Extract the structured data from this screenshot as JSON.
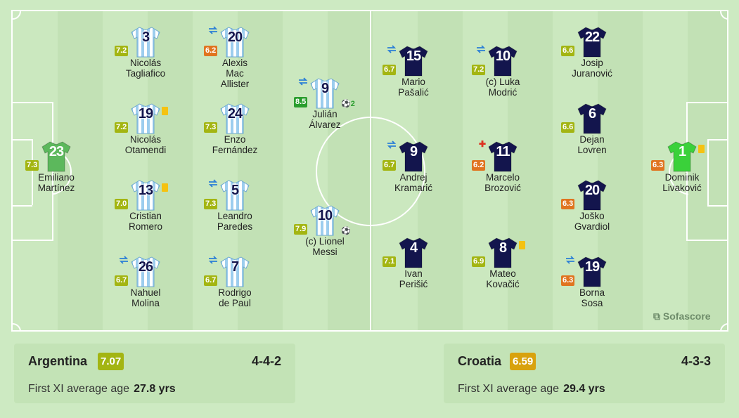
{
  "brand": "Sofascore",
  "colors": {
    "argentina_shirt": "#a8d4f0",
    "croatia_shirt": "#13154d",
    "gk_argentina": "#5cb85c",
    "gk_croatia": "#3ad13a",
    "card": "#f5c211"
  },
  "players": {
    "p3": {
      "num": "3",
      "name": "Nicolás\nTagliafico",
      "rating": "7.2"
    },
    "p20": {
      "num": "20",
      "name": "Alexis\nMac\nAllister",
      "rating": "6.2"
    },
    "p9a": {
      "num": "9",
      "name": "Julián\nÁlvarez",
      "rating": "8.5",
      "goals": "2"
    },
    "p19": {
      "num": "19",
      "name": "Nicolás\nOtamendi",
      "rating": "7.2"
    },
    "p24": {
      "num": "24",
      "name": "Enzo\nFernández",
      "rating": "7.3"
    },
    "p23": {
      "num": "23",
      "name": "Emiliano\nMartínez",
      "rating": "7.3"
    },
    "p13": {
      "num": "13",
      "name": "Cristian\nRomero",
      "rating": "7.0"
    },
    "p5": {
      "num": "5",
      "name": "Leandro\nParedes",
      "rating": "7.3"
    },
    "p10a": {
      "num": "10",
      "name": "(c) Lionel\nMessi",
      "rating": "7.9"
    },
    "p26": {
      "num": "26",
      "name": "Nahuel\nMolina",
      "rating": "6.7"
    },
    "p7": {
      "num": "7",
      "name": "Rodrigo\nde Paul",
      "rating": "6.7"
    },
    "c15": {
      "num": "15",
      "name": "Mario\nPašalić",
      "rating": "6.7"
    },
    "c10": {
      "num": "10",
      "name": "(c) Luka\nModrić",
      "rating": "7.2"
    },
    "c22": {
      "num": "22",
      "name": "Josip\nJuranović",
      "rating": "6.6"
    },
    "c6": {
      "num": "6",
      "name": "Dejan\nLovren",
      "rating": "6.6"
    },
    "c9": {
      "num": "9",
      "name": "Andrej\nKramarić",
      "rating": "6.7"
    },
    "c11": {
      "num": "11",
      "name": "Marcelo\nBrozović",
      "rating": "6.2"
    },
    "c1": {
      "num": "1",
      "name": "Dominik\nLivaković",
      "rating": "6.3"
    },
    "c20": {
      "num": "20",
      "name": "Joško\nGvardiol",
      "rating": "6.3"
    },
    "c4": {
      "num": "4",
      "name": "Ivan\nPerišić",
      "rating": "7.1"
    },
    "c8": {
      "num": "8",
      "name": "Mateo\nKovačić",
      "rating": "6.9"
    },
    "c19": {
      "num": "19",
      "name": "Borna\nSosa",
      "rating": "6.3"
    }
  },
  "home": {
    "team": "Argentina",
    "avg_rating": "7.07",
    "formation": "4-4-2",
    "age_label": "First XI average age",
    "age_value": "27.8 yrs"
  },
  "away": {
    "team": "Croatia",
    "avg_rating": "6.59",
    "formation": "4-3-3",
    "age_label": "First XI average age",
    "age_value": "29.4 yrs"
  }
}
